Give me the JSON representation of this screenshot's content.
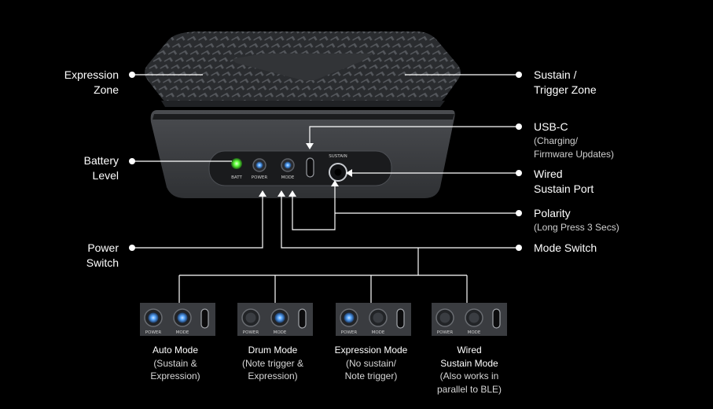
{
  "colors": {
    "background": "#000000",
    "line": "#ffffff",
    "led_blue": "#58a8ff",
    "led_green": "#5cff3a",
    "device_body": "#3b3d41",
    "pad_surface": "#2a2c2f"
  },
  "callouts": {
    "expression_zone": [
      "Expression",
      "Zone"
    ],
    "sustain_zone": [
      "Sustain /",
      "Trigger Zone"
    ],
    "battery_level": [
      "Battery",
      "Level"
    ],
    "usb_c": {
      "title": "USB-C",
      "detail": [
        "(Charging/",
        "Firmware Updates)"
      ]
    },
    "wired_sustain_port": [
      "Wired",
      "Sustain Port"
    ],
    "polarity": {
      "title": "Polarity",
      "detail": "(Long Press 3 Secs)"
    },
    "power_switch": [
      "Power",
      "Switch"
    ],
    "mode_switch": "Mode Switch"
  },
  "panel_labels": {
    "batt": "BATT",
    "power": "POWER",
    "mode": "MODE",
    "sustain": "SUSTAIN"
  },
  "modes": [
    {
      "name": [
        "Auto Mode"
      ],
      "detail": [
        "(Sustain &",
        "Expression)"
      ],
      "power_led": true,
      "mode_led": true
    },
    {
      "name": [
        "Drum Mode"
      ],
      "detail": [
        "(Note trigger &",
        "Expression)"
      ],
      "power_led": false,
      "mode_led": true
    },
    {
      "name": [
        "Expression Mode"
      ],
      "detail": [
        "(No sustain/",
        "Note trigger)"
      ],
      "power_led": true,
      "mode_led": false
    },
    {
      "name": [
        "Wired",
        "Sustain Mode"
      ],
      "detail": [
        "(Also works in",
        "parallel to BLE)"
      ],
      "power_led": false,
      "mode_led": false
    }
  ]
}
